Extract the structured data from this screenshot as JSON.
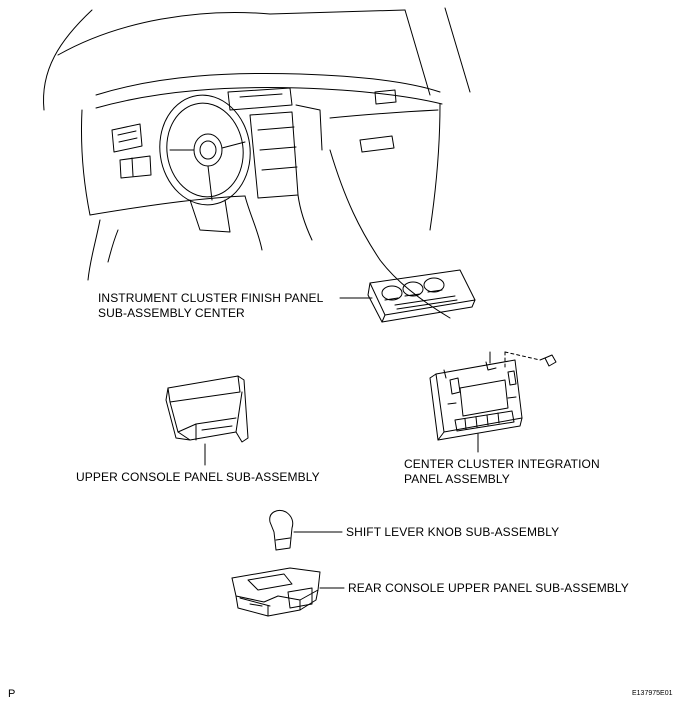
{
  "labels": {
    "instrument_cluster_finish_panel": [
      "INSTRUMENT CLUSTER FINISH PANEL",
      "SUB-ASSEMBLY CENTER"
    ],
    "upper_console_panel": "UPPER CONSOLE PANEL SUB-ASSEMBLY",
    "center_cluster_integration_panel": [
      "CENTER CLUSTER INTEGRATION",
      "PANEL ASSEMBLY"
    ],
    "shift_lever_knob": "SHIFT LEVER KNOB SUB-ASSEMBLY",
    "rear_console_upper_panel": "REAR CONSOLE UPPER PANEL SUB-ASSEMBLY"
  },
  "footer": {
    "corner_mark": "P",
    "figure_id": "E137975E01"
  }
}
